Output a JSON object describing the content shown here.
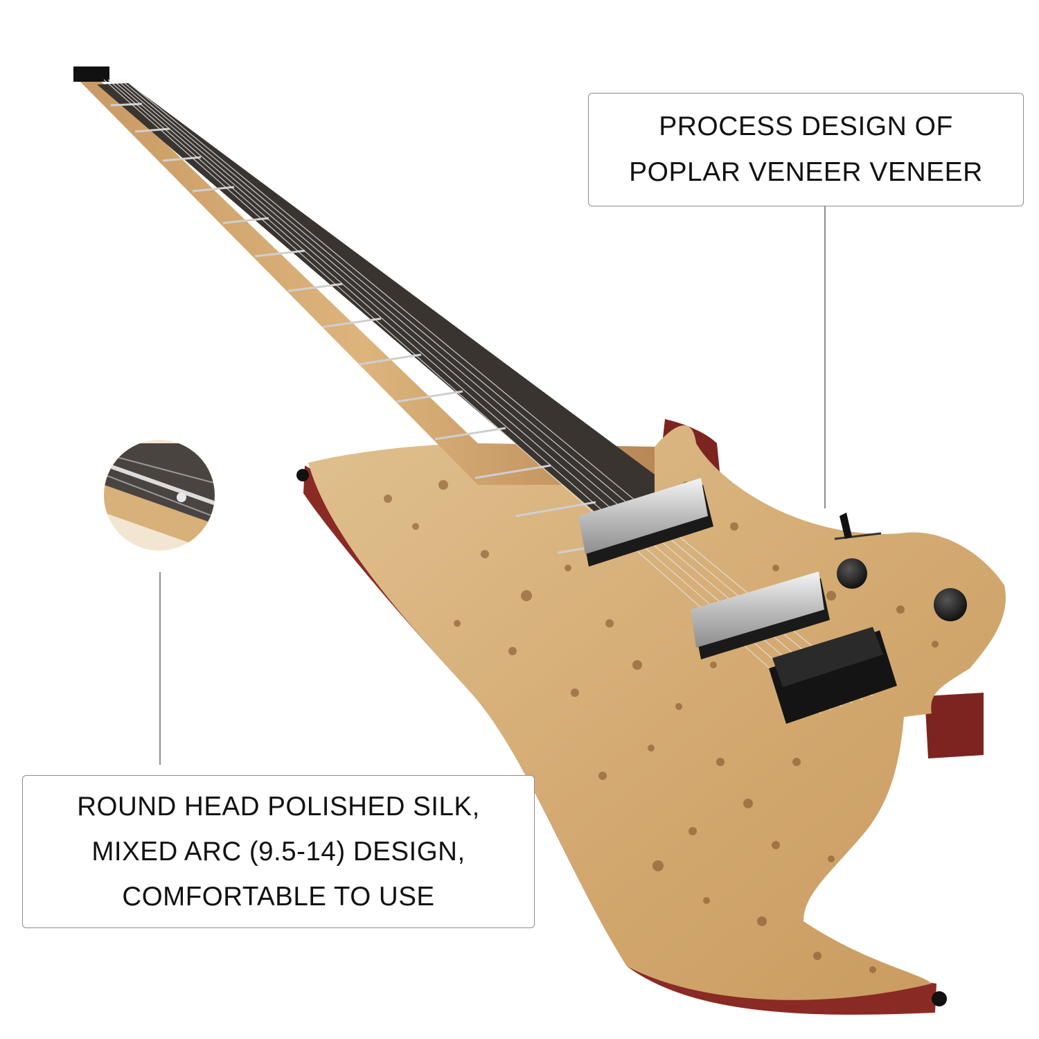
{
  "callouts": {
    "top": {
      "lines": [
        "PROCESS DESIGN OF",
        "POPLAR VENEER VENEER"
      ]
    },
    "bottom": {
      "lines": [
        "ROUND HEAD POLISHED SILK,",
        "MIXED ARC (9.5-14) DESIGN,",
        "COMFORTABLE TO USE"
      ]
    }
  },
  "colors": {
    "background": "#ffffff",
    "burl_top": "#d7b07a",
    "body_side": "#8a2a24",
    "fretboard": "#3a3430",
    "neck": "#cfa46e",
    "hardware": "#1a1a1a",
    "pickup_chrome": "#d9d9d9",
    "callout_border": "#8c8c8c"
  }
}
